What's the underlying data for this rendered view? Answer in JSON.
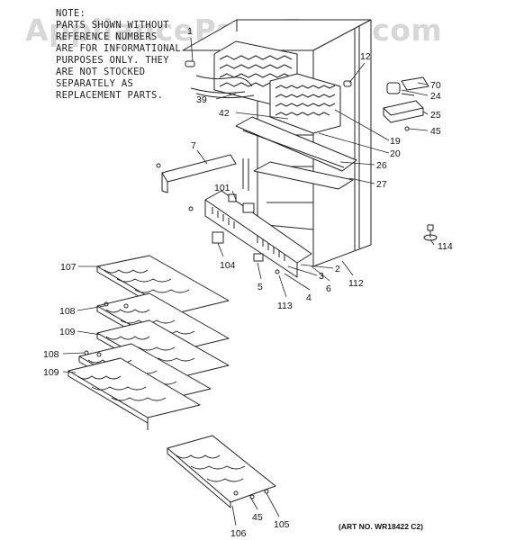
{
  "watermark": "AppliancePartsPros.com",
  "note": {
    "lines": [
      "NOTE:",
      "PARTS SHOWN WITHOUT",
      "REFERENCE NUMBERS",
      "ARE FOR INFORMATIONAL",
      "PURPOSES ONLY. THEY",
      "ARE NOT STOCKED",
      "SEPARATELY AS",
      "REPLACEMENT PARTS."
    ]
  },
  "art_number": "(ART NO. WR18422 C2)",
  "callouts": [
    "1",
    "12",
    "70",
    "24",
    "39",
    "42",
    "25",
    "45",
    "19",
    "20",
    "26",
    "7",
    "27",
    "101",
    "114",
    "107",
    "104",
    "2",
    "3",
    "5",
    "4",
    "6",
    "112",
    "113",
    "108",
    "109",
    "108",
    "109",
    "45",
    "105",
    "106"
  ]
}
